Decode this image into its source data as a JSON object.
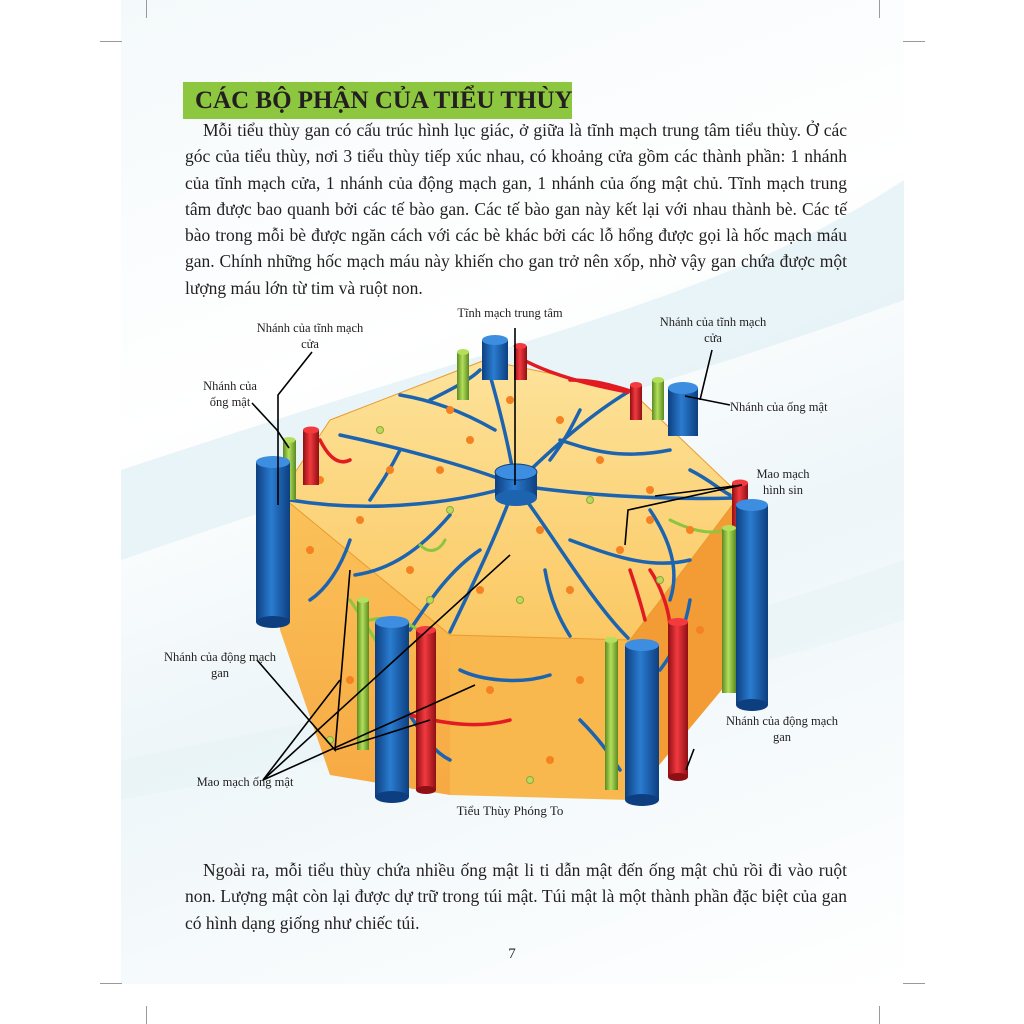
{
  "heading": "CÁC BỘ PHẬN CỦA TIỂU THÙY",
  "paragraph_1": "Mỗi tiểu thùy gan có cấu trúc hình lục giác, ở giữa là tĩnh mạch trung tâm tiểu thùy. Ở các góc của tiểu thùy, nơi 3 tiểu thùy tiếp xúc nhau, có khoảng cửa gồm các thành phần: 1 nhánh của tĩnh mạch cửa, 1 nhánh của động mạch gan, 1 nhánh của ống mật chủ. Tĩnh mạch trung tâm được bao quanh bởi các tế bào gan. Các tế bào gan này kết lại với nhau thành bè. Các tế bào trong mỗi bè được ngăn cách với các bè khác bởi các lỗ hổng được gọi là hốc mạch máu gan. Chính những hốc mạch máu này khiến cho gan trở nên xốp, nhờ vậy gan chứa được một lượng máu lớn từ tim và ruột non.",
  "diagram": {
    "labels": {
      "central_vein": "Tĩnh mạch trung tâm",
      "portal_vein_left_1": "Nhánh của tĩnh mạch",
      "portal_vein_left_2": "cửa",
      "bile_duct_left_1": "Nhánh của",
      "bile_duct_left_2": "ống mật",
      "portal_vein_right_1": "Nhánh của tĩnh mạch",
      "portal_vein_right_2": "cửa",
      "bile_duct_right": "Nhánh của ống mật",
      "sinusoid_1": "Mao mạch",
      "sinusoid_2": "hình sin",
      "hepatic_artery_left_1": "Nhánh của động mạch",
      "hepatic_artery_left_2": "gan",
      "hepatic_artery_right_1": "Nhánh của động mạch",
      "hepatic_artery_right_2": "gan",
      "bile_capillary": "Mao mạch ống mật"
    },
    "caption": "Tiểu Thùy Phóng To",
    "colors": {
      "tissue_top": "#fbc863",
      "tissue_side": "#f7a943",
      "vein": "#1c63b0",
      "artery": "#e21b23",
      "bile_duct": "#8cc63f",
      "cell": "#f58220"
    }
  },
  "paragraph_2": "Ngoài ra, mỗi tiểu thùy chứa nhiều ống mật li ti dẫn mật đến ống mật chủ rồi đi vào ruột non. Lượng mật còn lại được dự trữ trong túi mật. Túi mật là một thành phần đặc biệt của gan có hình dạng giống như chiếc túi.",
  "page_number": "7"
}
